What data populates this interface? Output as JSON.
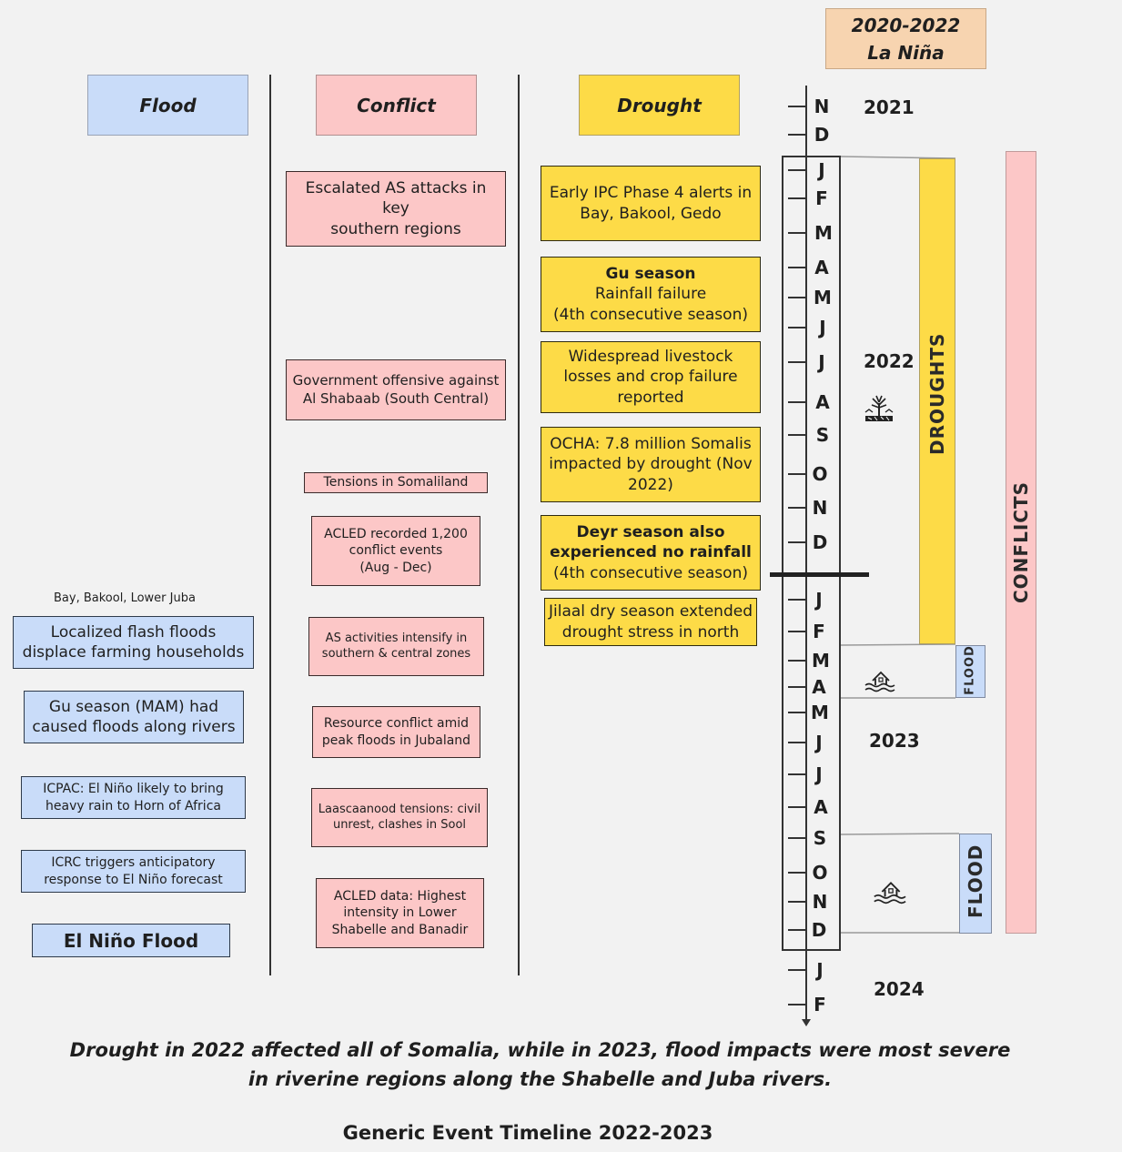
{
  "la_nina": {
    "years": "2020-2022",
    "label": "La Niña"
  },
  "headers": {
    "flood": "Flood",
    "conflict": "Conflict",
    "drought": "Drought"
  },
  "flood_note": "Bay, Bakool, Lower Juba",
  "flood_events": [
    "Localized flash floods\ndisplace farming households",
    "Gu season (MAM) had\ncaused floods along rivers",
    "ICPAC: El Niño likely to bring\nheavy rain to Horn of Africa",
    "ICRC triggers anticipatory\nresponse to El Niño forecast",
    "El Niño Flood"
  ],
  "conflict_events": [
    "Escalated AS attacks in key\nsouthern regions",
    "Government offensive against\nAl Shabaab (South Central)",
    "Tensions in Somaliland",
    "ACLED recorded 1,200\nconflict events\n(Aug - Dec)",
    "AS activities intensify in\nsouthern & central zones",
    "Resource conflict amid\npeak floods in Jubaland",
    "Laascaanood tensions: civil\nunrest, clashes in Sool",
    "ACLED data: Highest\nintensity in Lower\nShabelle and Banadir"
  ],
  "drought_events": [
    {
      "bold": "",
      "text": "Early IPC Phase 4 alerts in\nBay, Bakool, Gedo"
    },
    {
      "bold": "Gu season",
      "text": "Rainfall failure\n(4th consecutive season)"
    },
    {
      "bold": "",
      "text": "Widespread livestock\nlosses and crop failure\nreported"
    },
    {
      "bold": "",
      "text": "OCHA: 7.8 million Somalis\nimpacted by drought (Nov\n2022)"
    },
    {
      "bold": "Deyr season also\nexperienced no rainfall",
      "text": "(4th consecutive season)"
    },
    {
      "bold": "",
      "text": "Jilaal dry season extended\ndrought stress in north"
    }
  ],
  "timeline": {
    "months": [
      "N",
      "D",
      "J",
      "F",
      "M",
      "A",
      "M",
      "J",
      "J",
      "A",
      "S",
      "O",
      "N",
      "D",
      "J",
      "F",
      "M",
      "A",
      "M",
      "J",
      "J",
      "A",
      "S",
      "O",
      "N",
      "D",
      "J",
      "F"
    ],
    "years": [
      "2021",
      "2022",
      "2023",
      "2024"
    ]
  },
  "period_bars": {
    "droughts": "DROUGHTS",
    "flood_2023_short": "FLOOD",
    "flood_2023_deyr": "FLOOD",
    "conflicts": "CONFLICTS"
  },
  "caption_lines": [
    "Drought in 2022 affected all of Somalia, while in 2023, flood impacts were most severe",
    "in riverine regions along the Shabelle and Juba rivers."
  ],
  "footer_title": "Generic Event Timeline 2022-2023",
  "icons": {
    "drought": "drought-tree-icon",
    "flood": "flooded-house-icon"
  }
}
